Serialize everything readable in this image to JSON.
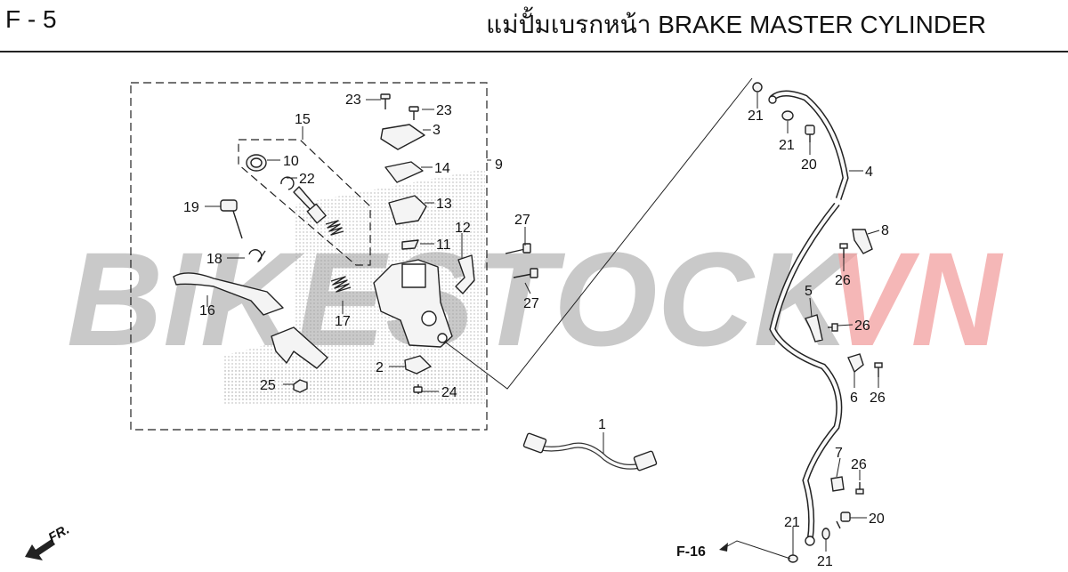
{
  "header": {
    "section_code": "F - 5",
    "title": "แม่ปั้มเบรกหน้า  BRAKE MASTER CYLINDER"
  },
  "watermark": {
    "part1": "BIKESTOCK",
    "part2": "VN",
    "color1": "#b8b8b8",
    "color2": "#f2a0a0"
  },
  "reference": {
    "label": "F-16"
  },
  "direction": {
    "label": "FR."
  },
  "parts": {
    "p1": "1",
    "p2": "2",
    "p3": "3",
    "p4": "4",
    "p5": "5",
    "p6": "6",
    "p7": "7",
    "p8": "8",
    "p9": "9",
    "p10": "10",
    "p11": "11",
    "p12": "12",
    "p13": "13",
    "p14": "14",
    "p15": "15",
    "p16": "16",
    "p17": "17",
    "p18": "18",
    "p19": "19",
    "p20": "20",
    "p21": "21",
    "p22": "22",
    "p23": "23",
    "p24": "24",
    "p25": "25",
    "p26": "26",
    "p27": "27"
  }
}
